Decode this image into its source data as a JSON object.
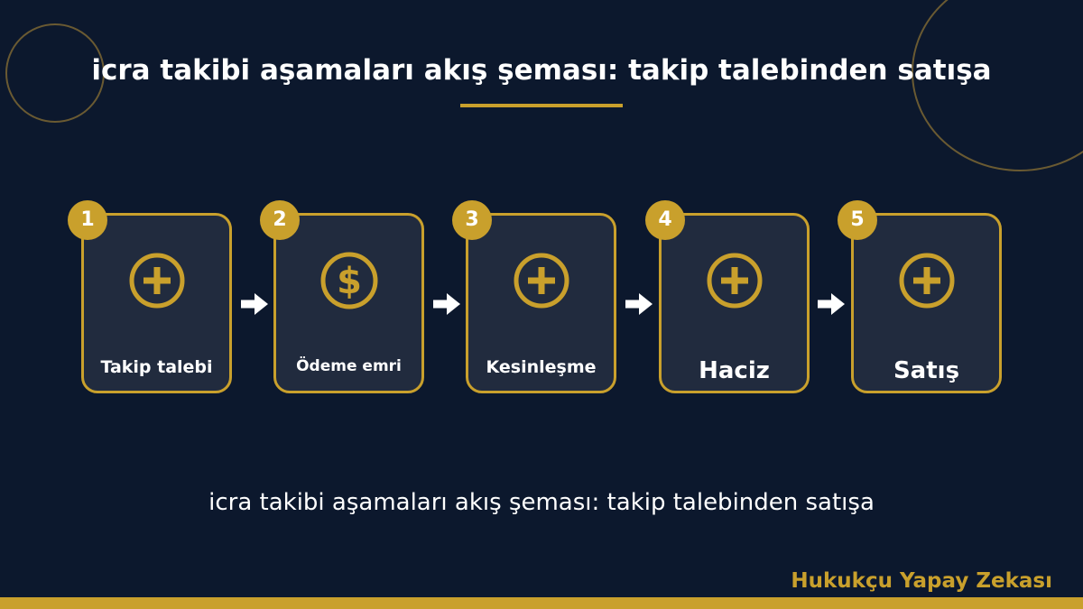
{
  "title": "icra takibi aşamaları akış şeması: takip talebinden satışa",
  "caption": "icra takibi aşamaları akış şeması: takip talebinden satışa",
  "brand": "Hukukçu Yapay Zekası",
  "colors": {
    "background": "#0c182d",
    "card": "#212b3e",
    "accent": "#c9a02c",
    "text": "#ffffff"
  },
  "steps": [
    {
      "number": "1",
      "label": "Takip talebi",
      "icon": "plus-circle-icon"
    },
    {
      "number": "2",
      "label": "Ödeme emri",
      "icon": "dollar-circle-icon"
    },
    {
      "number": "3",
      "label": "Kesinleşme",
      "icon": "plus-circle-icon"
    },
    {
      "number": "4",
      "label": "Haciz",
      "icon": "plus-circle-icon"
    },
    {
      "number": "5",
      "label": "Satış",
      "icon": "plus-circle-icon"
    }
  ],
  "connector_icon": "right-arrow-icon"
}
